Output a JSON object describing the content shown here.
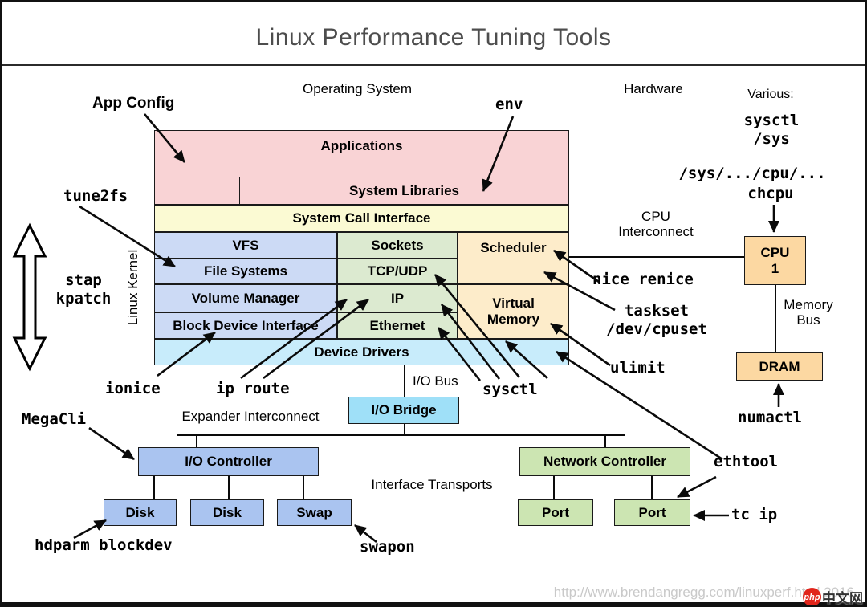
{
  "title": "Linux Performance Tuning Tools",
  "sections": {
    "operating_system": "Operating System",
    "hardware": "Hardware",
    "various": "Various:"
  },
  "kernel_label": "Linux Kernel",
  "stack": {
    "applications": "Applications",
    "system_libraries": "System Libraries",
    "system_call_interface": "System Call Interface",
    "vfs": "VFS",
    "file_systems": "File Systems",
    "volume_manager": "Volume Manager",
    "block_device_interface": "Block Device Interface",
    "sockets": "Sockets",
    "tcp_udp": "TCP/UDP",
    "ip": "IP",
    "ethernet": "Ethernet",
    "scheduler": "Scheduler",
    "virtual_memory": "Virtual Memory",
    "device_drivers": "Device Drivers"
  },
  "hw": {
    "cpu": "CPU 1",
    "dram": "DRAM",
    "io_bridge": "I/O Bridge",
    "io_controller": "I/O Controller",
    "disk_1": "Disk",
    "disk_2": "Disk",
    "swap": "Swap",
    "network_controller": "Network Controller",
    "port_1": "Port",
    "port_2": "Port"
  },
  "buses": {
    "cpu_interconnect": "CPU Interconnect",
    "memory_bus": "Memory Bus",
    "io_bus": "I/O Bus",
    "expander_interconnect": "Expander Interconnect",
    "interface_transports": "Interface Transports"
  },
  "tools": {
    "app_config": "App Config",
    "env": "env",
    "tune2fs": "tune2fs",
    "stap": "stap",
    "kpatch": "kpatch",
    "sysctl_top": "sysctl",
    "sys": "/sys",
    "sys_cpu": "/sys/.../cpu/...",
    "chcpu": "chcpu",
    "nice_renice": "nice renice",
    "taskset": "taskset",
    "dev_cpuset": "/dev/cpuset",
    "ulimit": "ulimit",
    "ionice": "ionice",
    "ip_route": "ip route",
    "sysctl": "sysctl",
    "megacli": "MegaCli",
    "hdparm_blockdev": "hdparm blockdev",
    "swapon": "swapon",
    "ethtool": "ethtool",
    "tc_ip": "tc ip",
    "numactl": "numactl"
  },
  "footer": {
    "url": "http://www.brendangregg.com/linuxperf.html 2016",
    "watermark_badge": "php",
    "watermark_text": "中文网"
  },
  "colors": {
    "applications_pink": "#f9d3d5",
    "syscall_yellow": "#fbfad3",
    "storage_blue": "#ccdaf5",
    "network_green": "#dcead0",
    "cpu_mem_orange": "#fdecca",
    "drivers_cyan": "#c8ecfb",
    "bridge_cyan": "#9fe0f8",
    "controller_blue": "#aac4f0",
    "nic_green": "#cce5b2",
    "cpu_dram_peach": "#fcd8a2"
  }
}
